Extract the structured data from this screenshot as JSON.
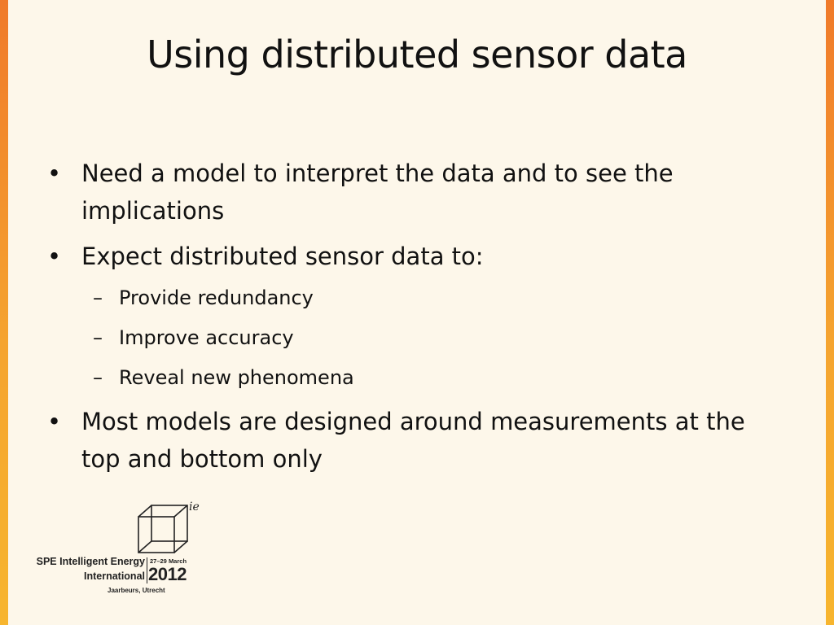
{
  "slide": {
    "title": "Using distributed sensor data",
    "bullets": [
      {
        "text": "Need a model to interpret the data and to see the implications"
      },
      {
        "text": "Expect distributed sensor data to:"
      },
      {
        "text": "Most models are designed around measurements at the top and bottom only"
      }
    ],
    "sub_bullets": [
      "Provide redundancy",
      "Improve accuracy",
      "Reveal new phenomena"
    ],
    "bullet_glyph": "•",
    "dash_glyph": "–"
  },
  "logo": {
    "superscript": "ie",
    "name_line1": "SPE Intelligent Energy",
    "name_line2": "International",
    "dates": "27–29 March",
    "year": "2012",
    "venue": "Jaarbeurs, Utrecht"
  },
  "colors": {
    "background": "#fdf7ea",
    "edge_top": "#f07a2a",
    "edge_bottom": "#f7b52e",
    "text": "#111111"
  }
}
